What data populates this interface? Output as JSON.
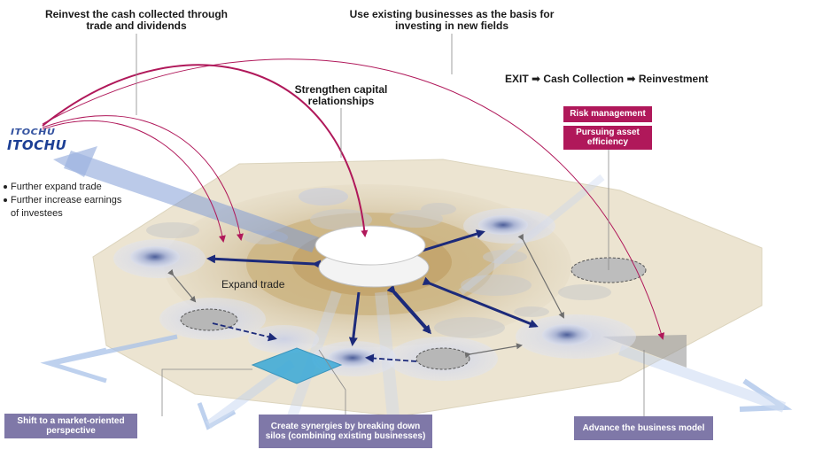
{
  "labels": {
    "reinvest": "Reinvest the cash collected through trade and dividends",
    "use_existing": "Use existing businesses as the basis for investing in new fields",
    "exit_flow": {
      "exit": "EXIT",
      "cash": "Cash Collection",
      "reinvest": "Reinvestment",
      "arrow_glyph": "➡"
    },
    "strengthen": "Strengthen capital relationships",
    "expand_trade": "Expand trade",
    "risk_management": "Risk management",
    "pursuing_asset": "Pursuing asset efficiency",
    "shift_market": "Shift to a market-oriented perspective",
    "create_synergies": "Create synergies by breaking down silos (combining existing businesses)",
    "advance_model": "Advance the business model"
  },
  "logo": {
    "line1": "ITOCHU",
    "line2": "ITOCHU"
  },
  "bullets": [
    "Further expand trade",
    "Further increase earnings",
    "of investees"
  ],
  "colors": {
    "magenta": "#b0185a",
    "purple_box": "#7f78a8",
    "navy": "#1c2a7a",
    "logo_blue": "#1c3f95",
    "diamond": "#39a9d8"
  }
}
